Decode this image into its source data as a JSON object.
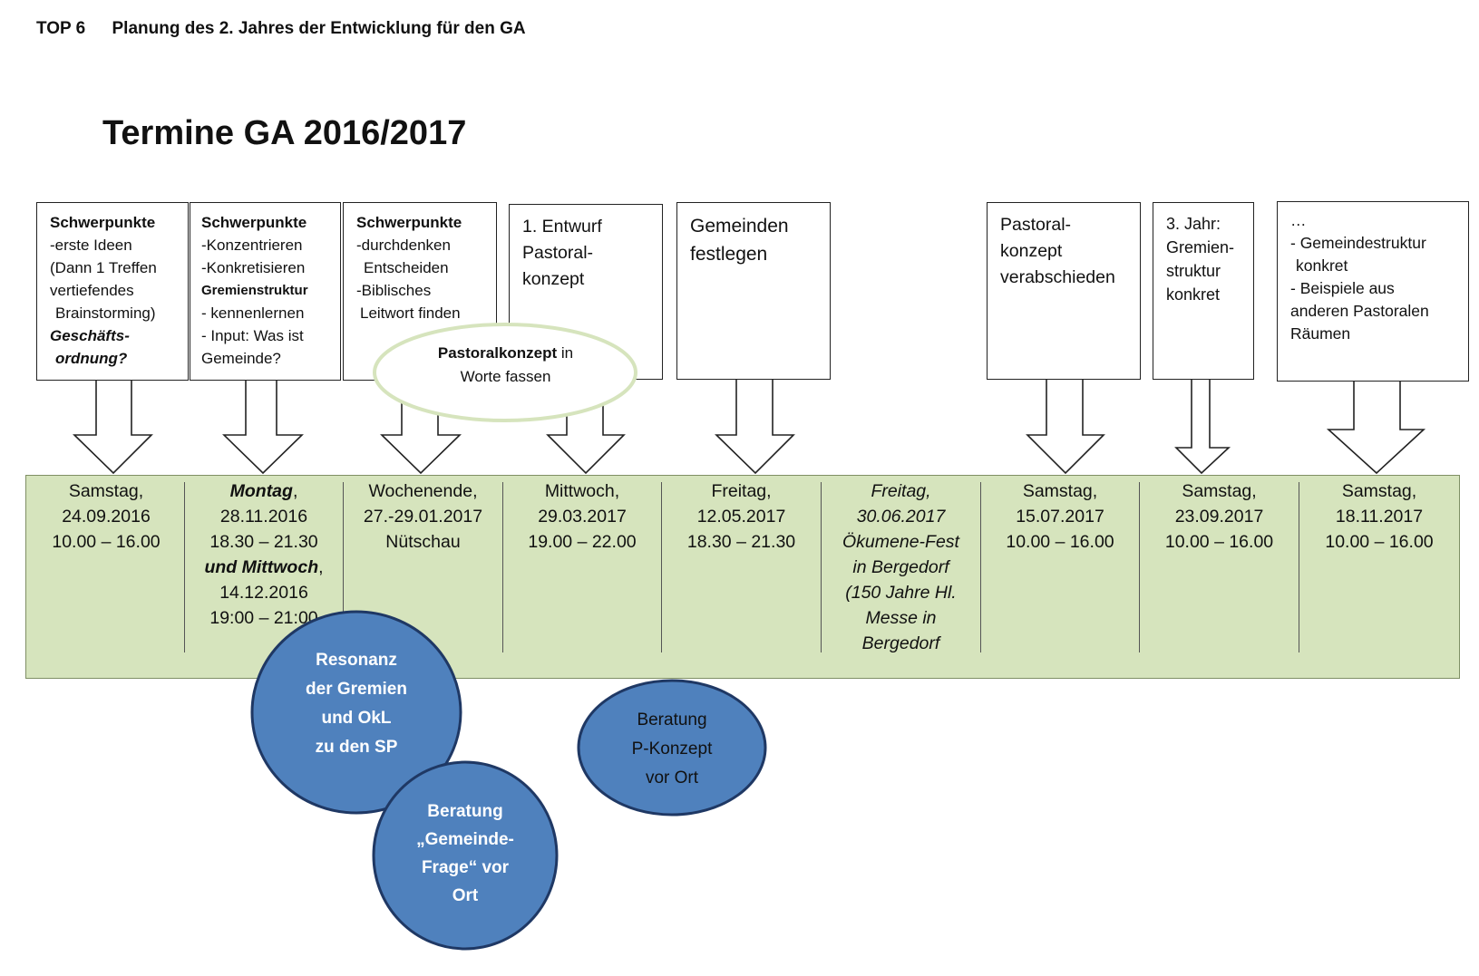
{
  "header": {
    "top": "TOP 6",
    "text": "Planung des 2. Jahres der Entwicklung für den GA"
  },
  "title": "Termine GA 2016/2017",
  "boxes": [
    {
      "l1": "Schwerpunkte",
      "l2": "-erste Ideen",
      "l3": "(Dann 1 Treffen",
      "l4": "vertiefendes",
      "l5": "Brainstorming)",
      "l6": "Geschäfts-",
      "l7": "ordnung?"
    },
    {
      "l1": "Schwerpunkte",
      "l2": "-Konzentrieren",
      "l3": "-Konkretisieren",
      "l4": "Gremienstruktur",
      "l5": "-  kennenlernen",
      "l6": "- Input: Was ist",
      "l7": "Gemeinde?"
    },
    {
      "l1": "Schwerpunkte",
      "l2": "-durchdenken",
      "l3": "Entscheiden",
      "l4": "-Biblisches",
      "l5": "Leitwort finden"
    },
    {
      "l1": "1. Entwurf",
      "l2": "Pastoral-",
      "l3": "konzept"
    },
    {
      "l1": "Gemeinden",
      "l2": "festlegen"
    },
    {
      "l1": "Pastoral-",
      "l2": "konzept",
      "l3": "verabschieden"
    },
    {
      "l1": "3. Jahr:",
      "l2": "Gremien-",
      "l3": "struktur",
      "l4": "konkret"
    },
    {
      "l1": "…",
      "l2": "- Gemeindestruktur",
      "l3": "konkret",
      "l4": "- Beispiele aus",
      "l5": "anderen Pastoralen",
      "l6": "Räumen"
    }
  ],
  "ellipse": {
    "bold": "Pastoralkonzept",
    "rest": " in",
    "line2": "Worte fassen"
  },
  "dates": [
    {
      "l1": "Samstag,",
      "l2": "24.09.2016",
      "l3": "10.00 – 16.00"
    },
    {
      "day1": "Montag",
      "comma1": ",",
      "l2": "28.11.2016",
      "l3": "18.30 – 21.30",
      "day2": "und Mittwoch",
      "comma2": ",",
      "l5": "14.12.2016",
      "l6": "19:00 – 21:00"
    },
    {
      "l1": "Wochenende,",
      "l2": "27.-29.01.2017",
      "l3": "Nütschau"
    },
    {
      "l1": "Mittwoch,",
      "l2": "29.03.2017",
      "l3": "19.00 – 22.00"
    },
    {
      "l1": "Freitag,",
      "l2": "12.05.2017",
      "l3": "18.30 – 21.30"
    },
    {
      "l1": "Freitag,",
      "l2": "30.06.2017",
      "l3": "Ökumene-Fest",
      "l4": "in Bergedorf",
      "l5": "(150 Jahre Hl.",
      "l6": "Messe in",
      "l7": "Bergedorf"
    },
    {
      "l1": "Samstag,",
      "l2": "15.07.2017",
      "l3": "10.00 – 16.00"
    },
    {
      "l1": "Samstag,",
      "l2": "23.09.2017",
      "l3": "10.00 – 16.00"
    },
    {
      "l1": "Samstag,",
      "l2": "18.11.2017",
      "l3": "10.00 – 16.00"
    }
  ],
  "circles": [
    {
      "l1": "Resonanz",
      "l2": "der Gremien",
      "l3": "und OkL",
      "l4": "zu den SP"
    },
    {
      "l1": "Beratung",
      "l2": "„Gemeinde-",
      "l3": "Frage“ vor",
      "l4": "Ort"
    },
    {
      "l1": "Beratung",
      "l2": "P-Konzept",
      "l3": "vor Ort"
    }
  ],
  "colors": {
    "band": "#d6e4bd",
    "circle": "#4f81bd",
    "circle_stroke": "#1f3864",
    "ellipse_stroke": "#d6e4bd"
  }
}
